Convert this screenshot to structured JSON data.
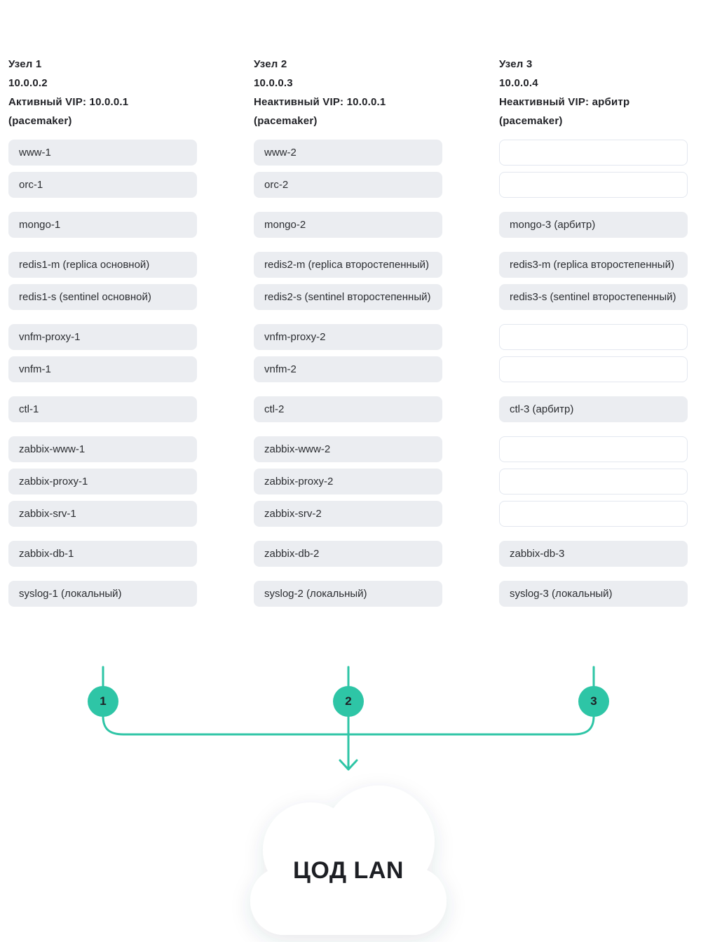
{
  "colors": {
    "accent_teal": "#2EC5A6",
    "box_fill": "#EBEDF1",
    "empty_box_border": "#E3E7EF",
    "text_dark": "#212227",
    "background": "#FFFFFF"
  },
  "nodes": [
    {
      "title": "Узел 1",
      "ip": "10.0.0.2",
      "vip": "Активный VIP: 10.0.0.1",
      "cluster": "(pacemaker)",
      "groups": [
        {
          "boxes": [
            {
              "label": "www-1"
            },
            {
              "label": "orc-1"
            }
          ]
        },
        {
          "boxes": [
            {
              "label": "mongo-1"
            }
          ]
        },
        {
          "boxes": [
            {
              "label": "redis1-m (replica основной)"
            },
            {
              "label": "redis1-s (sentinel основной)"
            }
          ]
        },
        {
          "boxes": [
            {
              "label": "vnfm-proxy-1"
            },
            {
              "label": "vnfm-1"
            }
          ]
        },
        {
          "boxes": [
            {
              "label": "ctl-1"
            }
          ]
        },
        {
          "boxes": [
            {
              "label": "zabbix-www-1"
            },
            {
              "label": "zabbix-proxy-1"
            },
            {
              "label": "zabbix-srv-1"
            }
          ]
        },
        {
          "boxes": [
            {
              "label": "zabbix-db-1"
            }
          ]
        },
        {
          "boxes": [
            {
              "label": "syslog-1 (локальный)"
            }
          ]
        }
      ]
    },
    {
      "title": "Узел 2",
      "ip": "10.0.0.3",
      "vip": "Неактивный VIP: 10.0.0.1",
      "cluster": "(pacemaker)",
      "groups": [
        {
          "boxes": [
            {
              "label": "www-2"
            },
            {
              "label": "orc-2"
            }
          ]
        },
        {
          "boxes": [
            {
              "label": "mongo-2"
            }
          ]
        },
        {
          "boxes": [
            {
              "label": "redis2-m (replica второстепенный)"
            },
            {
              "label": "redis2-s (sentinel второстепенный)"
            }
          ]
        },
        {
          "boxes": [
            {
              "label": "vnfm-proxy-2"
            },
            {
              "label": "vnfm-2"
            }
          ]
        },
        {
          "boxes": [
            {
              "label": "ctl-2"
            }
          ]
        },
        {
          "boxes": [
            {
              "label": "zabbix-www-2"
            },
            {
              "label": "zabbix-proxy-2"
            },
            {
              "label": "zabbix-srv-2"
            }
          ]
        },
        {
          "boxes": [
            {
              "label": "zabbix-db-2"
            }
          ]
        },
        {
          "boxes": [
            {
              "label": "syslog-2 (локальный)"
            }
          ]
        }
      ]
    },
    {
      "title": "Узел 3",
      "ip": "10.0.0.4",
      "vip": "Неактивный VIP: арбитр",
      "cluster": "(pacemaker)",
      "groups": [
        {
          "boxes": [
            {
              "label": "",
              "empty": true
            },
            {
              "label": "",
              "empty": true
            }
          ]
        },
        {
          "boxes": [
            {
              "label": "mongo-3 (арбитр)"
            }
          ]
        },
        {
          "boxes": [
            {
              "label": "redis3-m (replica второстепенный)"
            },
            {
              "label": "redis3-s (sentinel второстепенный)"
            }
          ]
        },
        {
          "boxes": [
            {
              "label": "",
              "empty": true
            },
            {
              "label": "",
              "empty": true
            }
          ]
        },
        {
          "boxes": [
            {
              "label": "ctl-3 (арбитр)"
            }
          ]
        },
        {
          "boxes": [
            {
              "label": "",
              "empty": true
            },
            {
              "label": "",
              "empty": true
            },
            {
              "label": "",
              "empty": true
            }
          ]
        },
        {
          "boxes": [
            {
              "label": "zabbix-db-3"
            }
          ]
        },
        {
          "boxes": [
            {
              "label": "syslog-3 (локальный)"
            }
          ]
        }
      ]
    }
  ],
  "markers": [
    "1",
    "2",
    "3"
  ],
  "cloud": {
    "label": "ЦОД LAN"
  }
}
